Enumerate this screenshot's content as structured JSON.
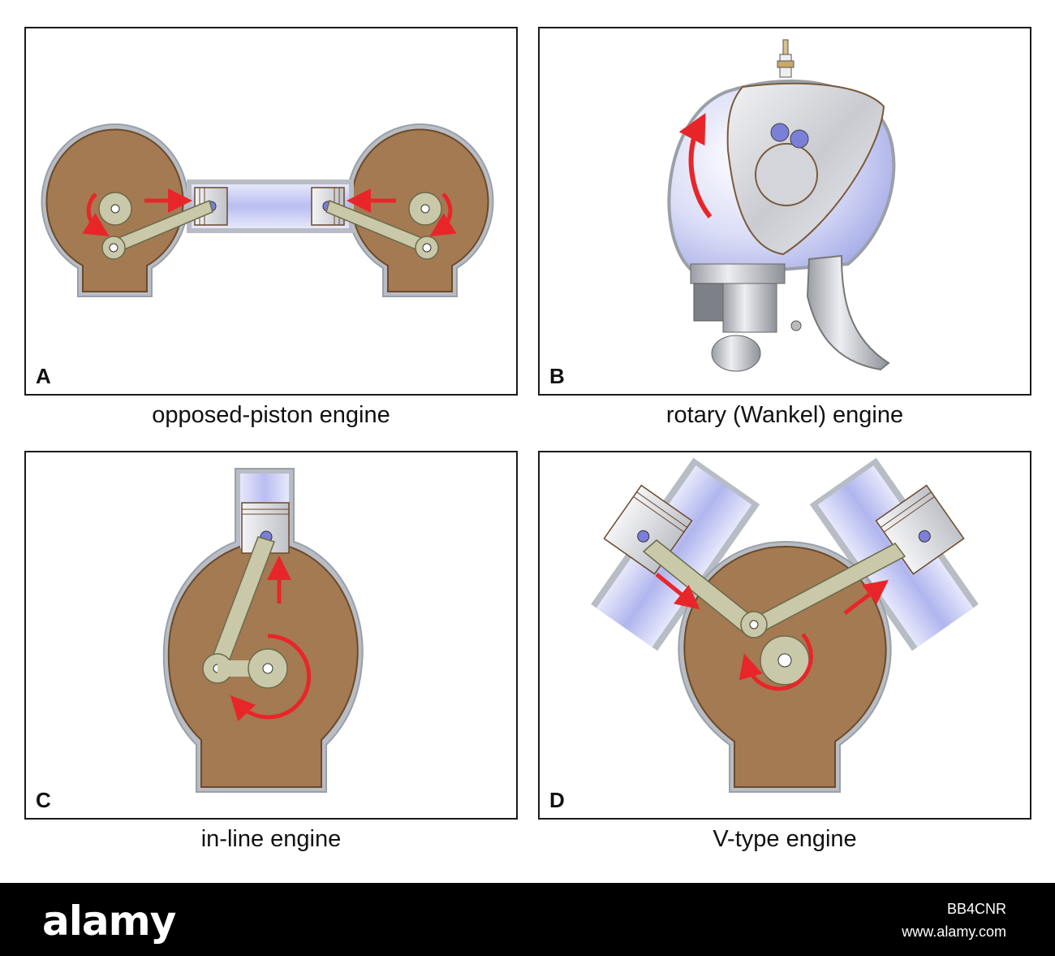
{
  "panels": [
    {
      "letter": "A",
      "caption": "opposed-piston engine"
    },
    {
      "letter": "B",
      "caption": "rotary (Wankel) engine"
    },
    {
      "letter": "C",
      "caption": "in-line engine"
    },
    {
      "letter": "D",
      "caption": "V-type engine"
    }
  ],
  "footer": {
    "logo": "alamy",
    "image_id": "BB4CNR",
    "url": "www.alamy.com"
  },
  "colors": {
    "crankcase": "#a47a52",
    "crankcase_stroke": "#6b4a2a",
    "housing": "#b8bcc4",
    "cylinder": "#c8cbee",
    "rod": "#c9c8a8",
    "arrow": "#e8262a",
    "metal": "#d7d9de"
  }
}
